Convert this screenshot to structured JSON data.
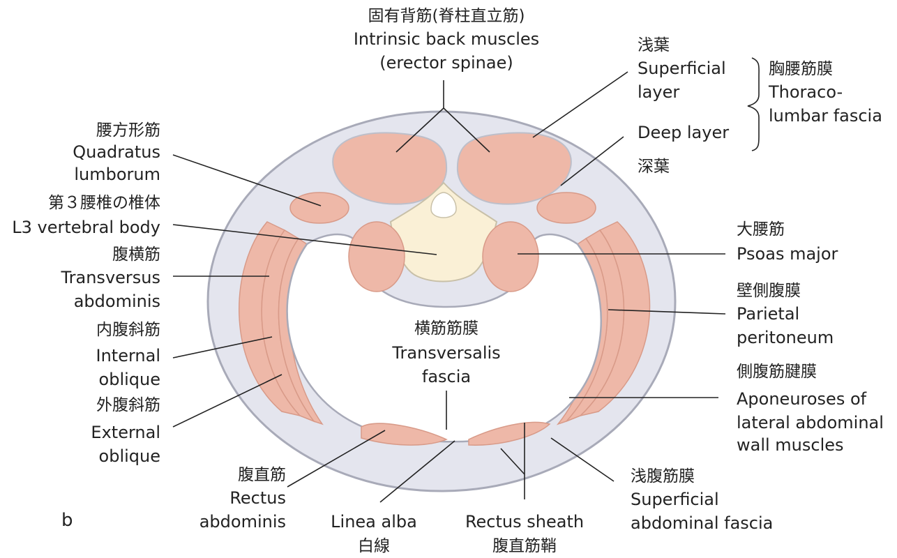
{
  "panel_letter": "b",
  "labels": {
    "erector": {
      "ja": "固有背筋(脊柱直立筋)",
      "en1": "Intrinsic back muscles",
      "en2": "(erector spinae)"
    },
    "superficial_layer": {
      "ja": "浅葉",
      "en1": "Superficial",
      "en2": "layer"
    },
    "deep_layer": {
      "en": "Deep layer",
      "ja": "深葉"
    },
    "thoracolumbar": {
      "ja": "胸腰筋膜",
      "en1": "Thoraco-",
      "en2": "lumbar fascia"
    },
    "quadratus": {
      "ja": "腰方形筋",
      "en1": "Quadratus",
      "en2": "lumborum"
    },
    "l3": {
      "ja": "第３腰椎の椎体",
      "en": "L3 vertebral body"
    },
    "psoas": {
      "ja": "大腰筋",
      "en": "Psoas major"
    },
    "transversus": {
      "ja": "腹横筋",
      "en1": "Transversus",
      "en2": "abdominis"
    },
    "parietal": {
      "ja": "壁側腹膜",
      "en1": "Parietal",
      "en2": "peritoneum"
    },
    "transversalis": {
      "ja": "横筋筋膜",
      "en1": "Transversalis",
      "en2": "fascia"
    },
    "internal": {
      "ja": "内腹斜筋",
      "en1": "Internal",
      "en2": "oblique"
    },
    "aponeuroses": {
      "ja": "側腹筋腱膜",
      "en1": "Aponeuroses of",
      "en2": "lateral abdominal",
      "en3": "wall muscles"
    },
    "external": {
      "ja": "外腹斜筋",
      "en1": "External",
      "en2": "oblique"
    },
    "rectus": {
      "ja": "腹直筋",
      "en1": "Rectus",
      "en2": "abdominis"
    },
    "linea": {
      "en": "Linea alba",
      "ja": "白線"
    },
    "sheath": {
      "en": "Rectus sheath",
      "ja": "腹直筋鞘"
    },
    "superficial_fascia": {
      "ja": "浅腹筋膜",
      "en1": "Superficial",
      "en2": "abdominal fascia"
    }
  },
  "colors": {
    "outer_fill": "#e4e5ee",
    "outer_stroke": "#a8aab8",
    "muscle_fill": "#eeb8a8",
    "muscle_stroke": "#d89a88",
    "bone_fill": "#faf0d6",
    "bone_stroke": "#c8c0a8",
    "cavity_fill": "#ffffff"
  }
}
